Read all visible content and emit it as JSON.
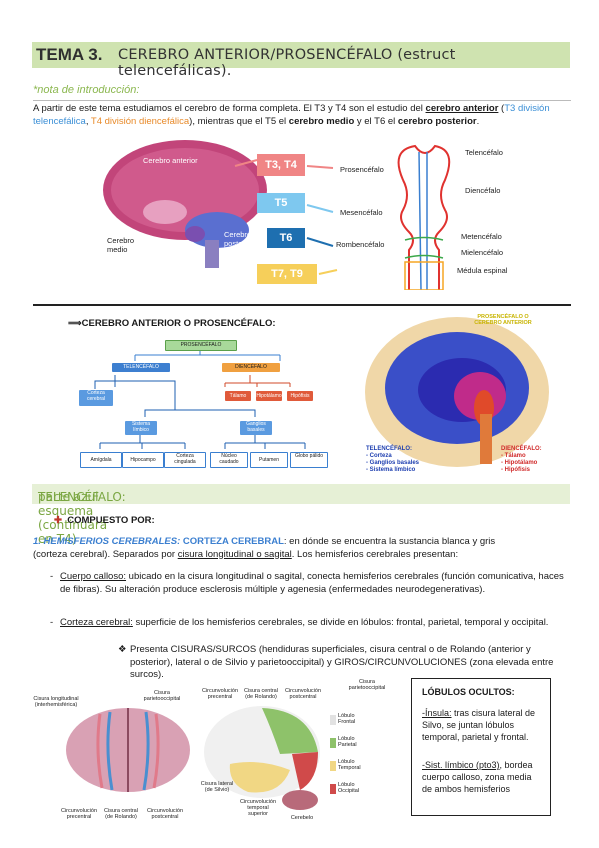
{
  "title": {
    "tema": "TEMA 3.",
    "subtitle": "CEREBRO ANTERIOR/PROSENCÉFALO (estruct telencefálicas)."
  },
  "note_label": "*nota de introducción:",
  "intro": {
    "p1": "A partir de este tema estudiamos el cerebro de forma completa. El T3 y T4 son el estudio del ",
    "cerebro_anterior": "cerebro anterior",
    "open": " (",
    "t3": "T3 división telencefálica",
    "comma": ", ",
    "t4": "T4 división diencefálica",
    "p2": "), mientras que el T5 el ",
    "cerebro_medio": "cerebro medio",
    "p3": " y el T6 el ",
    "cerebro_posterior": "cerebro posterior",
    "dot": "."
  },
  "fig1": {
    "brain_labels": [
      "Cerebro anterior",
      "Cerebro medio",
      "Cerebro posterior"
    ],
    "tags": [
      {
        "label": "T3, T4",
        "color": "#f08585"
      },
      {
        "label": "T5",
        "color": "#7ec8ef"
      },
      {
        "label": "T6",
        "color": "#1e6fb0"
      },
      {
        "label": "T7, T9",
        "color": "#f6cf5a"
      }
    ],
    "regions": [
      "Prosencéfalo",
      "Mesencéfalo",
      "Rombencéfalo"
    ],
    "tube_labels": [
      "Telencéfalo",
      "Diencéfalo",
      "Metencéfalo",
      "Mielencéfalo",
      "Médula espinal"
    ]
  },
  "section2": {
    "arrow": "⟹",
    "heading": "CEREBRO ANTERIOR O PROSENCÉFALO:",
    "tree": {
      "root": "PROSENCÉFALO",
      "tel": "TELENCÉFALO",
      "dien": "DIENCÉFALO",
      "corteza": "Corteza cerebral",
      "talamo": "Tálamo",
      "hipotalamo": "Hipotálamo",
      "hipofisis": "Hipófisis",
      "limbico": "Sistema límbico",
      "ganglios": "Ganglios basales",
      "amigdala": "Amígdala",
      "hipocampo": "Hipocampo",
      "cingulada": "Corteza cingulada",
      "caudado": "Núcleo caudado",
      "putamen": "Putamen",
      "palido": "Globo pálido"
    },
    "brain2": {
      "title": "PROSENCÉFALO O CEREBRO ANTERIOR",
      "tel_title": "TELENCÉFALO:",
      "tel_items": [
        "- Corteza",
        "- Ganglios basales",
        "- Sistema límbico"
      ],
      "dien_title": "DIENCÉFALO:",
      "dien_items": [
        "- Tálamo",
        "- Hipotálamo",
        "- Hipófisis"
      ]
    }
  },
  "telencefalo": {
    "head": "TELENCÉFALO: ",
    "rest": "parte azul esquema (continuará en T4)"
  },
  "compuesto": "COMPUESTO POR:",
  "hemis": {
    "title": "1. HEMISFERIOS CEREBRALES: ",
    "corteza": "CORTEZA CEREBRAL",
    "line1a": ": en dónde se encuentra la sustancia blanca y gris",
    "line2a": "(corteza cerebral). Separados por ",
    "cisura": "cisura longitudinal o sagital",
    "line2b": ". Los hemisferios cerebrales presentan:"
  },
  "bullets": [
    {
      "head": "Cuerpo calloso:",
      "text": " ubicado en la cisura longitudinal o sagital, conecta hemisferios cerebrales (función comunicativa, haces de fibras). Su alteración produce esclerosis múltiple y agenesia (enfermedades neurodegenerativas)."
    },
    {
      "head": "Corteza cerebral:",
      "text": " superficie de los hemisferios cerebrales, se divide en lóbulos: frontal, parietal, temporal y occipital."
    }
  ],
  "sub_bullet": "Presenta CISURAS/SURCOS (hendiduras superficiales, cisura central o de Rolando (anterior y posterior), lateral o de Silvio y parietooccipital) y GIROS/CIRCUNVOLUCIONES (zona elevada entre surcos).",
  "fig3": {
    "left_labels": [
      "Cisura longitudinal (interhemisférica)",
      "Cisura parietooccipital",
      "Circunvolución precentral",
      "Cisura central (de Rolando)",
      "Circunvolución postcentral"
    ],
    "mid_labels": [
      "Circunvolución precentral",
      "Cisura central (de Rolando)",
      "Circunvolución postcentral",
      "Cisura parietooccipital",
      "Cisura lateral (de Silvio)",
      "Circunvolución temporal superior",
      "Cerebelo"
    ],
    "legend": [
      {
        "label": "Lóbulo Frontal",
        "color": "#f2f2f2"
      },
      {
        "label": "Lóbulo Parietal",
        "color": "#8ec26a"
      },
      {
        "label": "Lóbulo Temporal",
        "color": "#f1d784"
      },
      {
        "label": "Lóbulo Occipital",
        "color": "#d04a4a"
      }
    ]
  },
  "lobulos": {
    "title": "LÓBULOS OCULTOS:",
    "insula_head": "-Ínsula:",
    "insula_text": " tras cisura lateral de Silvo, se juntan lóbulos temporal, parietal y frontal.",
    "limbico_head": "-Sist. límbico (pto3)",
    "limbico_text": ", bordea cuerpo calloso, zona media de ambos hemisferios"
  }
}
